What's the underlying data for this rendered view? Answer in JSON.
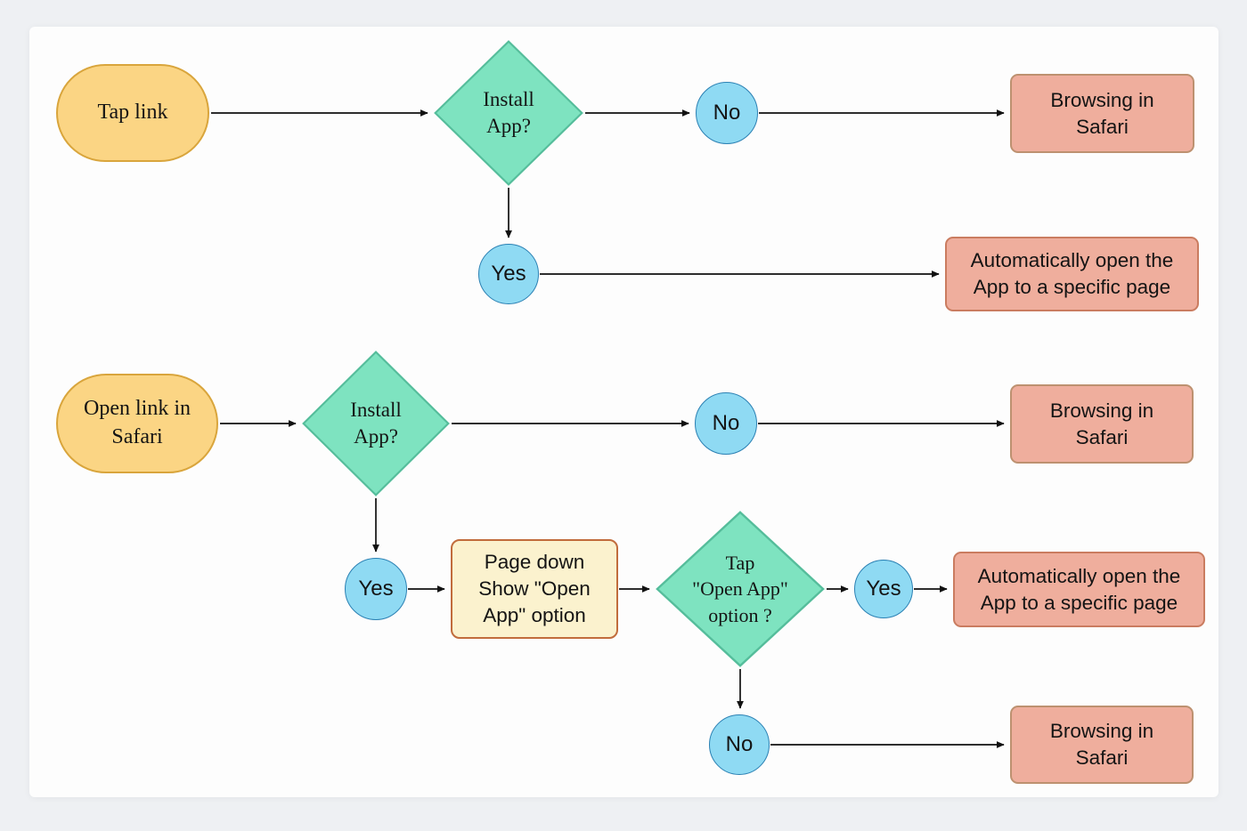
{
  "colors": {
    "page_bg": "#eef0f3",
    "canvas_bg": "#fdfdfd",
    "arrow": "#111111",
    "start_fill": "#fbd584",
    "start_border": "#d9a53c",
    "decision_fill": "#7ee3c0",
    "decision_border": "#55bd9b",
    "branch_fill": "#8fdaf3",
    "branch_border": "#2a80b3",
    "result_fill": "#efae9d",
    "result_border": "#bd9170",
    "result_border_strong": "#ca7c60",
    "process_fill": "#fbf2ce",
    "process_border": "#c16c3c"
  },
  "flow1": {
    "start": "Tap link",
    "decision": [
      "Install",
      "App?"
    ],
    "branch_no": "No",
    "result_no": [
      "Browsing in",
      "Safari"
    ],
    "branch_yes": "Yes",
    "result_yes": [
      "Automatically open the",
      "App to a specific page"
    ]
  },
  "flow2": {
    "start": [
      "Open link in",
      "Safari"
    ],
    "decision_install": [
      "Install",
      "App?"
    ],
    "branch_no1": "No",
    "result_no1": [
      "Browsing in",
      "Safari"
    ],
    "branch_yes1": "Yes",
    "process": [
      "Page down",
      "Show \"Open",
      "App\" option"
    ],
    "decision_tap": [
      "Tap",
      "\"Open App\"",
      "option ?"
    ],
    "branch_yes2": "Yes",
    "result_yes2": [
      "Automatically open the",
      "App to a specific page"
    ],
    "branch_no2": "No",
    "result_no2": [
      "Browsing in",
      "Safari"
    ]
  }
}
